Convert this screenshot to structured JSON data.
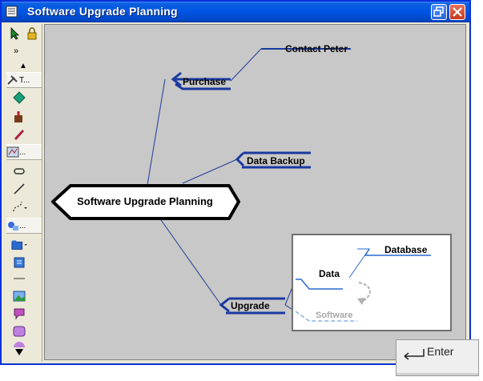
{
  "window": {
    "title": "Software Upgrade Planning"
  },
  "toolbar": {
    "group1_label": "T...",
    "group2_label": "...",
    "group3_label": "..."
  },
  "mindmap": {
    "central": "Software Upgrade Planning",
    "purchase": "Purchase",
    "contact": "Contact Peter",
    "backup": "Data Backup",
    "upgrade": "Upgrade"
  },
  "preview": {
    "data": "Data",
    "database": "Database",
    "software": "Software"
  },
  "enter_key": {
    "label": "Enter"
  },
  "colors": {
    "branch_line": "#1f3a9a",
    "title_bar": "#0054e3",
    "canvas": "#c8c8c8"
  }
}
